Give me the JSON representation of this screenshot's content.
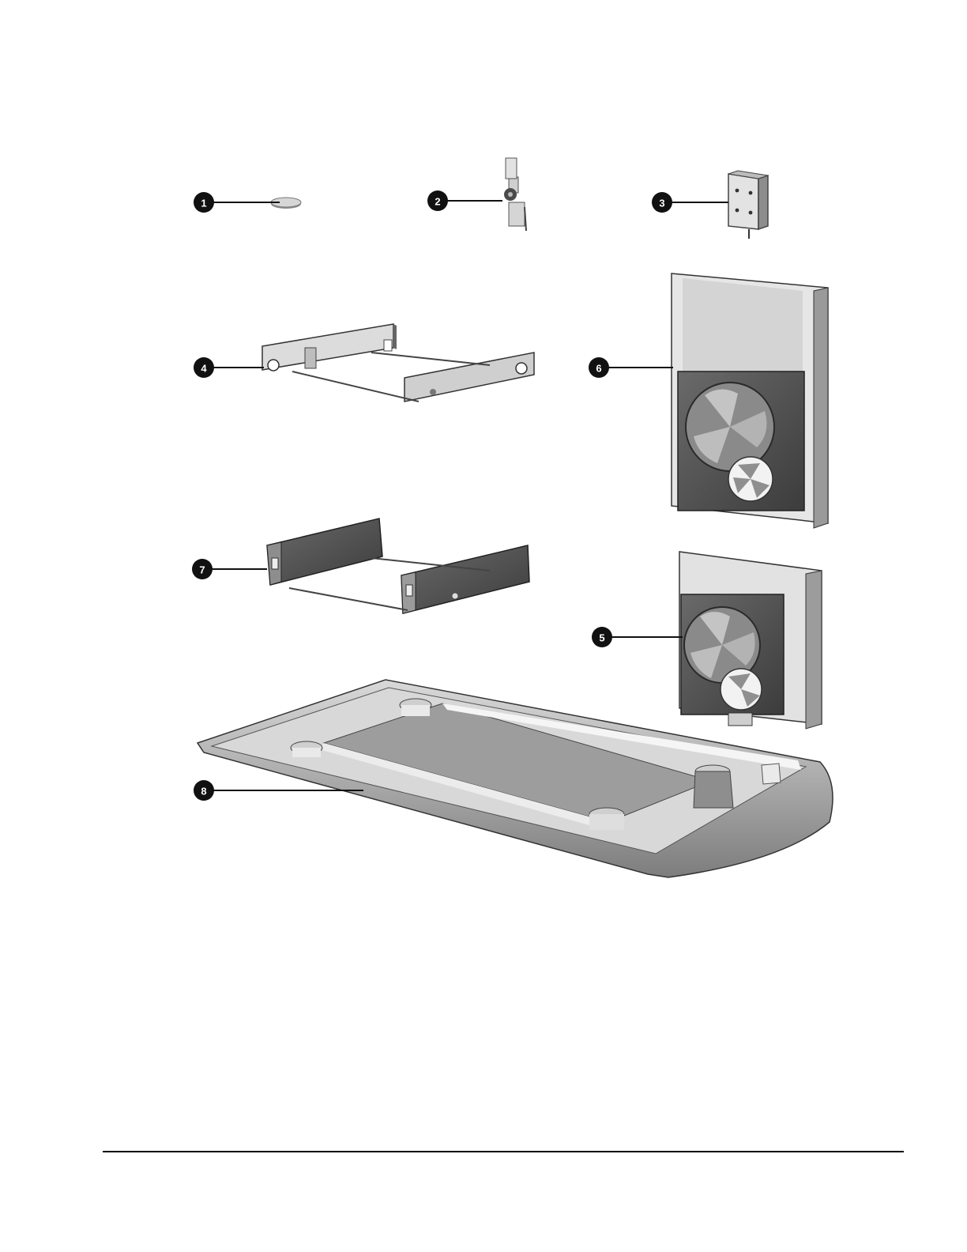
{
  "figure": {
    "type": "exploded parts illustration",
    "parts": [
      {
        "number": "1",
        "icon": "coin-battery-icon"
      },
      {
        "number": "2",
        "icon": "switch-bracket-icon"
      },
      {
        "number": "3",
        "icon": "solenoid-lock-icon"
      },
      {
        "number": "4",
        "icon": "drive-bracket-icon"
      },
      {
        "number": "5",
        "icon": "small-fan-assembly-icon"
      },
      {
        "number": "6",
        "icon": "large-fan-assembly-icon"
      },
      {
        "number": "7",
        "icon": "drive-cage-icon"
      },
      {
        "number": "8",
        "icon": "base-stand-icon"
      }
    ]
  },
  "colors": {
    "callout_fill": "#111111",
    "leader_line": "#111111",
    "part_light": "#d8d8d8",
    "part_mid": "#9a9a9a",
    "part_dark": "#555555",
    "footer_rule": "#000000"
  }
}
